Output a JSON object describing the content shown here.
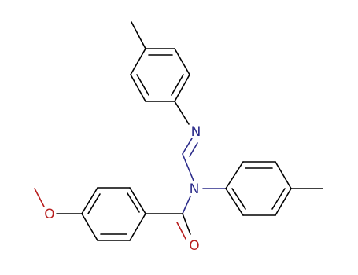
{
  "molecule": {
    "atoms": {
      "imine_n": "N",
      "amide_n": "N",
      "ether_o": "O",
      "carbonyl_o": "O"
    },
    "colors": {
      "bond": "#000000",
      "nitrogen": "#2b2b8a",
      "oxygen": "#b81e1e",
      "background": "#ffffff"
    }
  }
}
